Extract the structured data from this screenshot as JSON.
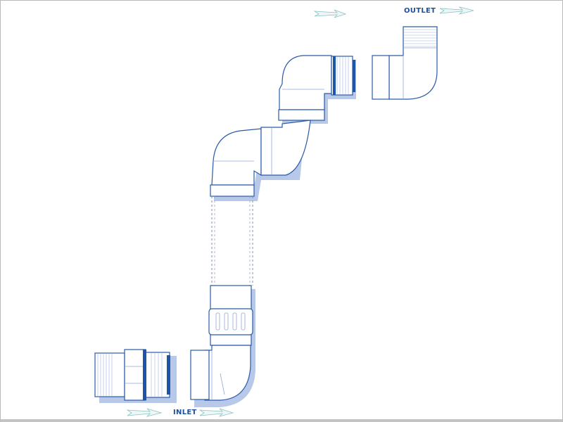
{
  "diagram": {
    "labels": {
      "outlet": "OUTLET",
      "inlet": "INLET"
    },
    "colors": {
      "outline": "#2a5aa8",
      "band": "#1f55a8",
      "shadow": "#b7c8e8",
      "arrow": "#8fc2c2",
      "label": "#1e4f9c"
    },
    "parts": [
      "outlet-elbow",
      "threaded-adapter-top",
      "upper-elbow",
      "middle-elbow",
      "pipe-section",
      "coupling",
      "lower-elbow",
      "inlet-adapter"
    ]
  }
}
